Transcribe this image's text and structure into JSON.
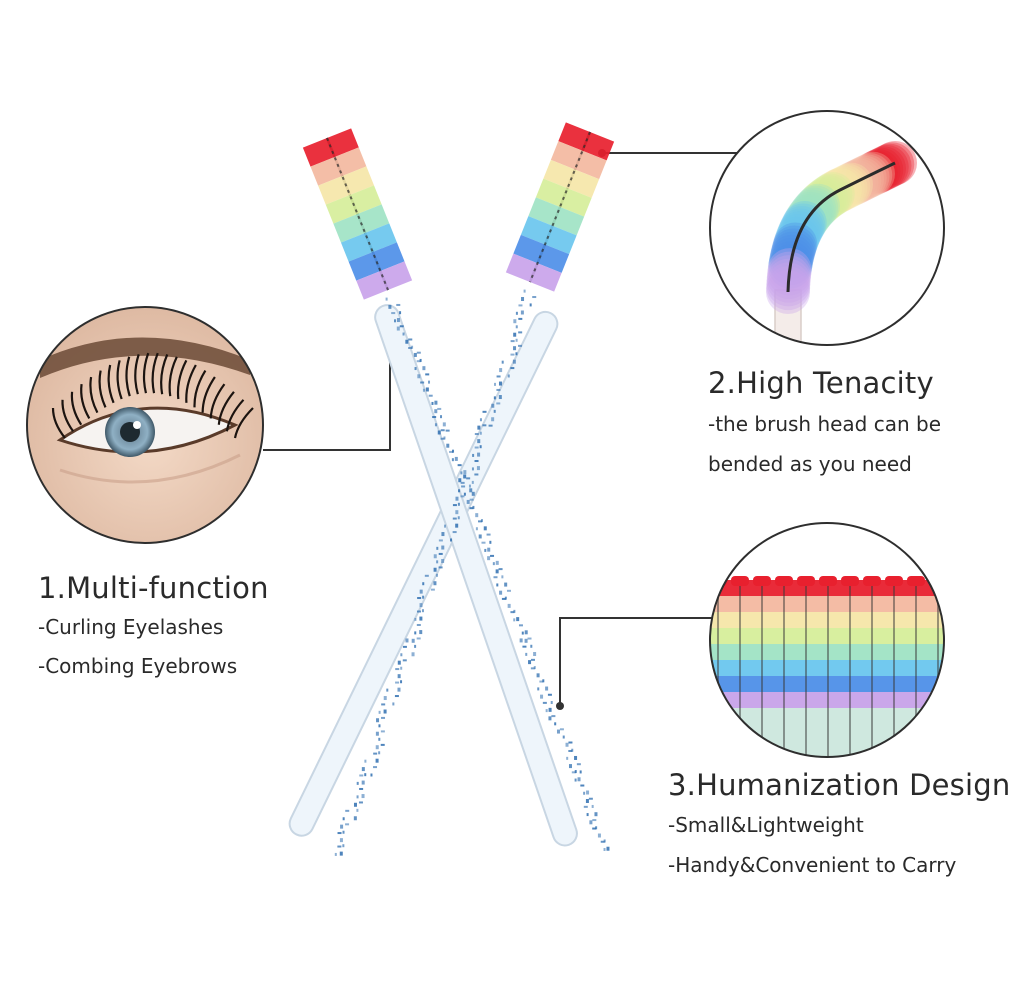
{
  "features": [
    {
      "title": "1.Multi-function",
      "lines": [
        "-Curling Eyelashes",
        "-Combing Eyebrows"
      ]
    },
    {
      "title": "2.High Tenacity",
      "lines": [
        "-the brush head can be",
        "bended as you need"
      ]
    },
    {
      "title": "3.Humanization Design",
      "lines": [
        "-Small&Lightweight",
        "-Handy&Convenient to Carry"
      ]
    }
  ],
  "colors": {
    "background": "#ffffff",
    "leader_line": "#333333",
    "glitter": "#2f6fb0",
    "bristles": [
      "#e8202e",
      "#f3b8a0",
      "#f5e6a8",
      "#d6ee9a",
      "#9fe3c4",
      "#6ac6ee",
      "#4e8fe8",
      "#c9a3ea"
    ]
  },
  "icons": [
    "eye-closeup-icon",
    "bent-brush-closeup-icon",
    "brush-bundle-closeup-icon"
  ]
}
